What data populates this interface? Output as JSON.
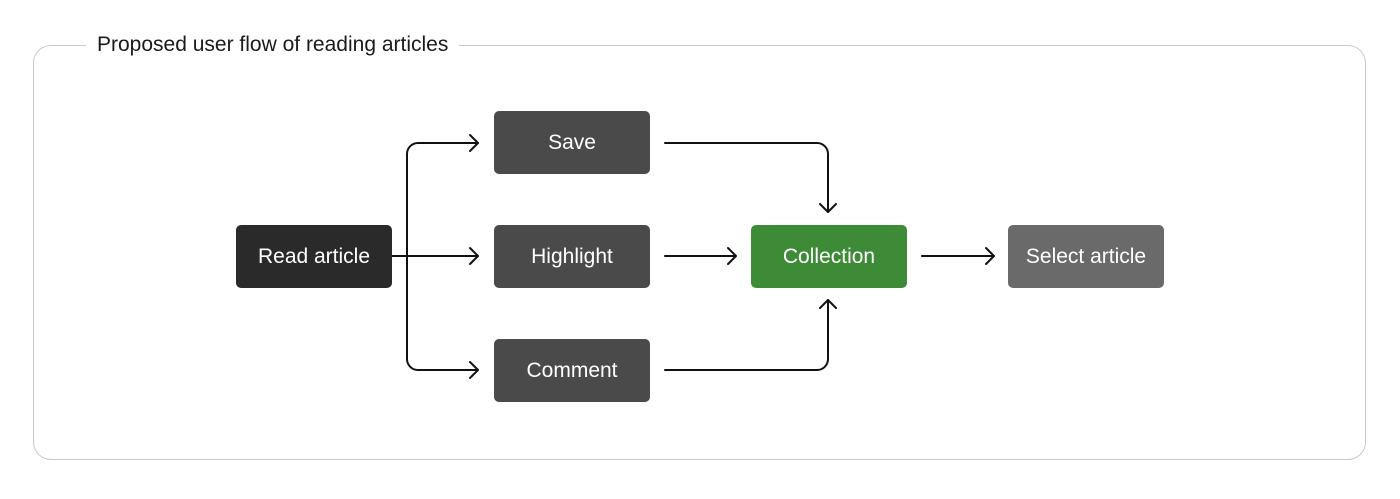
{
  "diagram": {
    "title": "Proposed user flow of reading articles",
    "nodes": {
      "read_article": "Read article",
      "save": "Save",
      "highlight": "Highlight",
      "comment": "Comment",
      "collection": "Collection",
      "select_article": "Select article"
    },
    "colors": {
      "read_article": "#2a2a2a",
      "action": "#4a4a4a",
      "collection": "#3d8b37",
      "select_article": "#6a6a6a",
      "border": "#c9c9c9",
      "connector": "#111111"
    },
    "edges": [
      [
        "read_article",
        "save"
      ],
      [
        "read_article",
        "highlight"
      ],
      [
        "read_article",
        "comment"
      ],
      [
        "save",
        "collection"
      ],
      [
        "highlight",
        "collection"
      ],
      [
        "comment",
        "collection"
      ],
      [
        "collection",
        "select_article"
      ]
    ]
  }
}
